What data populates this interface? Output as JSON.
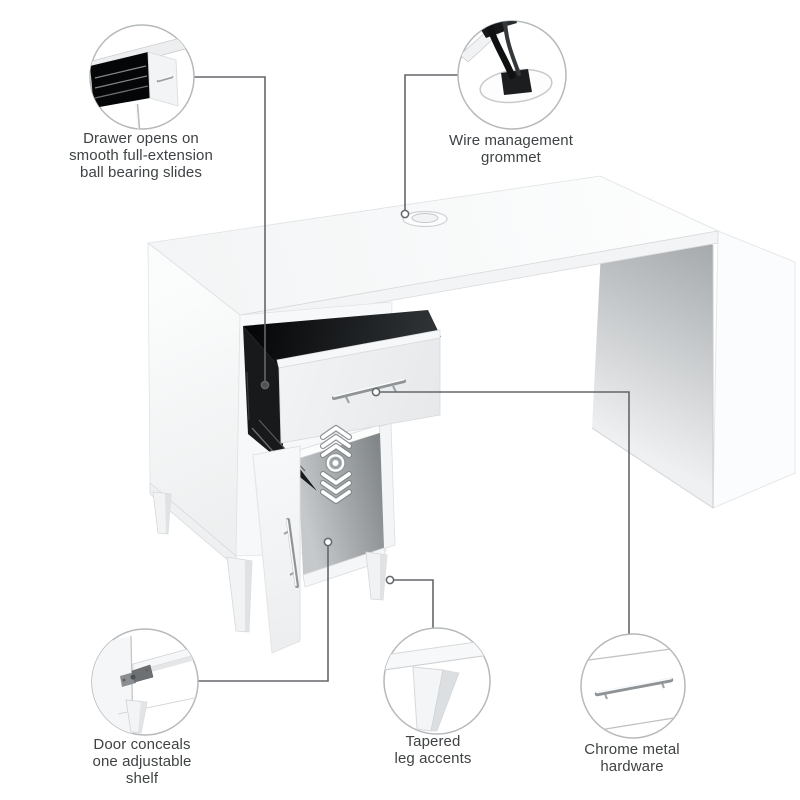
{
  "page": {
    "background": "#ffffff"
  },
  "callouts": [
    {
      "id": "drawer-slides",
      "icon": "drawer-slides-inset-icon",
      "lines": [
        "Drawer opens on",
        "smooth full-extension",
        "ball bearing slides"
      ]
    },
    {
      "id": "wire-grommet",
      "icon": "wire-grommet-inset-icon",
      "lines": [
        "Wire management",
        "grommet"
      ]
    },
    {
      "id": "door-shelf",
      "icon": "door-hinge-inset-icon",
      "lines": [
        "Door conceals",
        "one adjustable",
        "shelf"
      ]
    },
    {
      "id": "tapered-legs",
      "icon": "tapered-leg-inset-icon",
      "lines": [
        "Tapered",
        "leg accents"
      ]
    },
    {
      "id": "chrome-hardware",
      "icon": "chrome-handle-inset-icon",
      "lines": [
        "Chrome metal",
        "hardware"
      ]
    }
  ],
  "indicators": {
    "adjustable_shelf_arrows": "up-down-chevrons-with-dot"
  },
  "colors": {
    "text": "#3f4244",
    "connector_line": "#63676a",
    "callout_circle_stroke": "#b5b9bb",
    "desk_surface": "#f6f7f8",
    "drawer_interior_black": "#101214",
    "panel_shadow_gray": "#9da2a5",
    "chrome": "#8e9396"
  }
}
